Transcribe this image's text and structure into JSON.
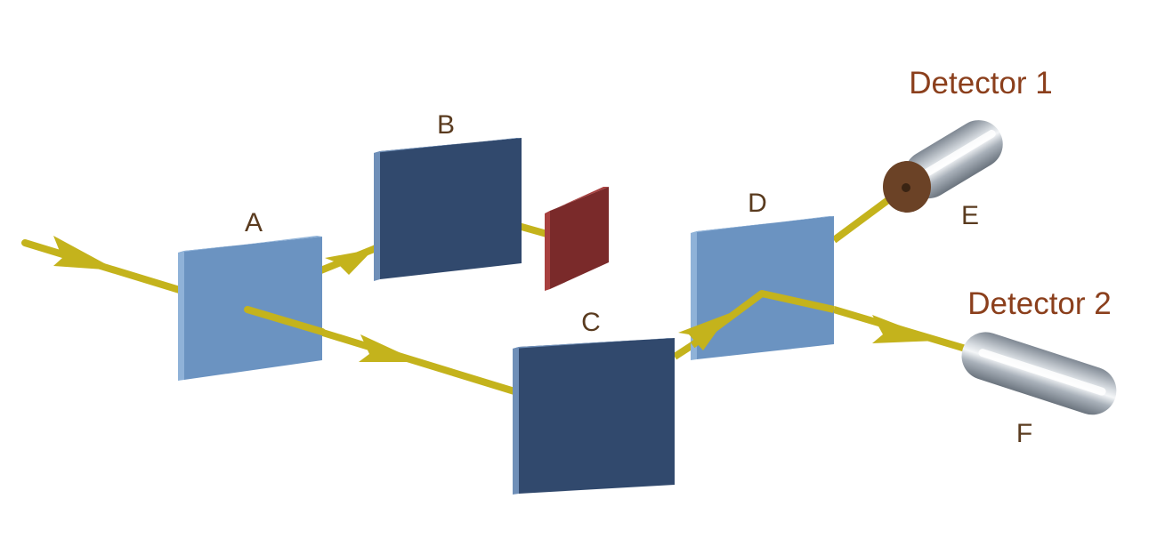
{
  "diagram": {
    "labels": {
      "a": "A",
      "b": "B",
      "c": "C",
      "d": "D",
      "e": "E",
      "f": "F",
      "detector1": "Detector 1",
      "detector2": "Detector 2"
    },
    "colors": {
      "beam": "#c4b31c",
      "beam_splitter": "#6b93c1",
      "beam_splitter_edge": "#8fb2d8",
      "mirror": "#31496d",
      "mirror_edge": "#6f8fb8",
      "blocker": "#7a2a2a",
      "blocker_edge": "#a8403f",
      "detector_body": "#9aa3ad",
      "detector_cap": "#6b4226",
      "label_letter": "#5a3b1f",
      "label_detector": "#8b3f1c"
    }
  }
}
